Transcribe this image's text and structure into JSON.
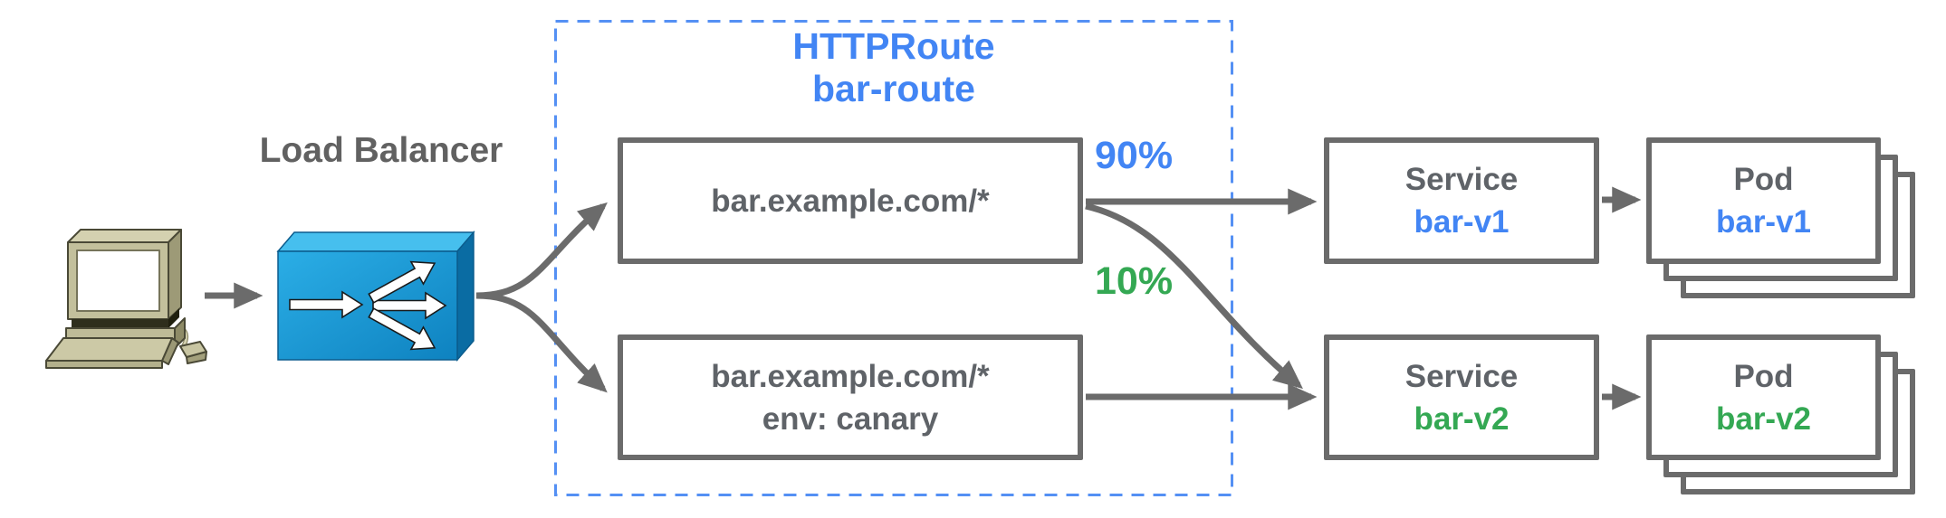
{
  "lb": {
    "label": "Load Balancer"
  },
  "client": {
    "icon": "computer-icon"
  },
  "httproute": {
    "kind": "HTTPRoute",
    "name": "bar-route",
    "rules": [
      {
        "match": "bar.example.com/*",
        "header": ""
      },
      {
        "match": "bar.example.com/*",
        "header": "env: canary"
      }
    ],
    "weights": [
      {
        "label": "90%",
        "color": "#4285F4"
      },
      {
        "label": "10%",
        "color": "#34A853"
      }
    ]
  },
  "services": [
    {
      "kind": "Service",
      "name": "bar-v1",
      "color": "#4285F4"
    },
    {
      "kind": "Service",
      "name": "bar-v2",
      "color": "#34A853"
    }
  ],
  "pods": [
    {
      "kind": "Pod",
      "name": "bar-v1",
      "color": "#4285F4"
    },
    {
      "kind": "Pod",
      "name": "bar-v2",
      "color": "#34A853"
    }
  ],
  "colors": {
    "accent_blue": "#4285F4",
    "accent_green": "#34A853",
    "line_gray": "#6B6B6B",
    "text_gray": "#5F6368",
    "dashed_border_blue": "#5490F4",
    "lb_icon_blue": "#1A9FDC"
  }
}
